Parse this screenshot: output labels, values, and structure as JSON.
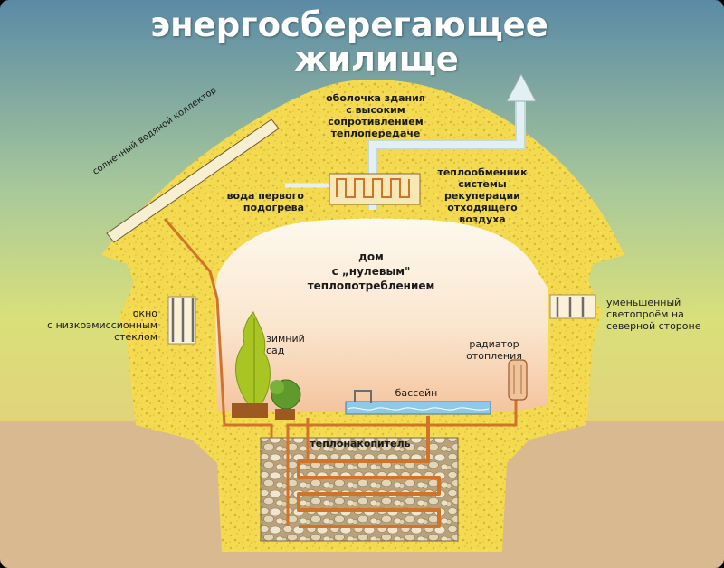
{
  "title": {
    "line1": "энергосберегающее",
    "line2": "жилище"
  },
  "labels": {
    "shell": [
      "оболочка здания",
      "с высоким",
      "сопротивлением",
      "теплопередаче"
    ],
    "heat_exchanger": [
      "теплообменник",
      "системы",
      "рекуперации",
      "отходящего",
      "воздуха"
    ],
    "preheated_water": [
      "вода первого",
      "подогрева"
    ],
    "solar_collector": "солнечный водяной коллектор",
    "house": [
      "дом",
      "с „нулевым\"",
      "теплопотреблением"
    ],
    "window_left": [
      "окно",
      "с низкоэмиссионным",
      "стеклом"
    ],
    "window_right": [
      "уменьшенный",
      "светопроём на",
      "северной стороне"
    ],
    "winter_garden": [
      "зимний",
      "сад"
    ],
    "radiator": [
      "радиатор",
      "отопления"
    ],
    "pool": "бассейн",
    "heat_storage": "теплонакопитель"
  },
  "colors": {
    "sky_top": "#5f8fa8",
    "sky_mid": "#c9dc8a",
    "ground": "#d9b98f",
    "shell": "#f3dc52",
    "interior_top": "#fbf6e8",
    "interior_bottom": "#f6c79f",
    "pipe": "#d0742c",
    "vent": "#d7e9ee",
    "plant": "#a6c324",
    "pool_water": "#8fc9e9"
  }
}
